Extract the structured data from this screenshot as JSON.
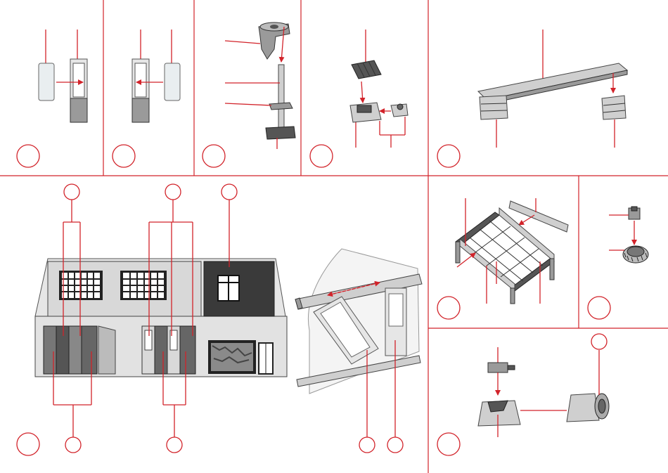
{
  "sheet": {
    "background": "#ffffff",
    "accent_color": "#d2232a",
    "line_color": "#333333"
  },
  "steps": [
    {
      "id": "door-left-glass",
      "callout_marker": "",
      "label_text": ""
    },
    {
      "id": "door-right-glass",
      "callout_marker": "",
      "label_text": ""
    },
    {
      "id": "drill-press",
      "callout_marker": "",
      "label_text": ""
    },
    {
      "id": "vise-assembly",
      "callout_marker": "",
      "label_text": ""
    },
    {
      "id": "workbench",
      "callout_marker": "",
      "label_text": ""
    },
    {
      "id": "building-overview",
      "callout_marker": "",
      "label_text": ""
    },
    {
      "id": "shelf-rack",
      "callout_marker": "",
      "label_text": ""
    },
    {
      "id": "wheel-hub",
      "callout_marker": "",
      "label_text": ""
    },
    {
      "id": "engine-stand",
      "callout_marker": "",
      "label_text": ""
    }
  ],
  "icons": [
    "assembly-arrow-icon",
    "callout-circle-icon",
    "leader-line-icon"
  ]
}
